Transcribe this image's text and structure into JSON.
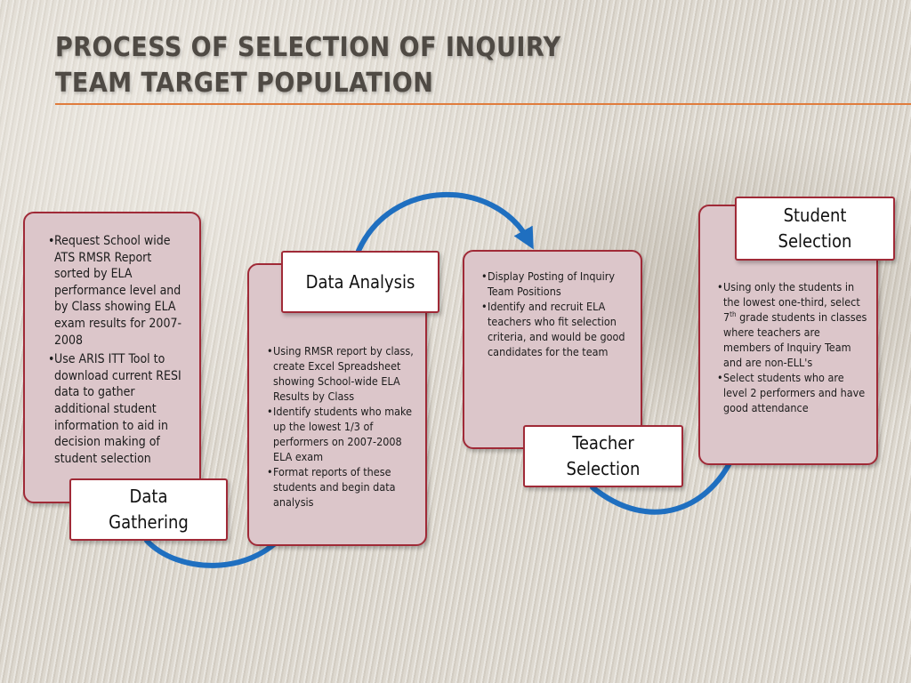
{
  "slide": {
    "title_line1": "PROCESS OF SELECTION OF INQUIRY",
    "title_line2": "TEAM TARGET POPULATION"
  },
  "steps": [
    {
      "label": "Data Gathering",
      "bullets": [
        "Request School wide ATS RMSR Report sorted by ELA performance level and by Class showing ELA exam results for 2007-2008",
        "Use ARIS ITT Tool to download current RESI data to gather additional student information to aid in decision making of student selection"
      ]
    },
    {
      "label": "Data Analysis",
      "bullets": [
        "Using RMSR report by class, create Excel Spreadsheet showing School-wide ELA Results by Class",
        "Identify students who make up the lowest 1/3 of performers on 2007-2008 ELA exam",
        " Format reports of these students and begin data analysis"
      ]
    },
    {
      "label": "Teacher Selection",
      "bullets": [
        "Display Posting of Inquiry Team Positions",
        "Identify and recruit ELA teachers who fit selection criteria,  and would be good candidates for the team"
      ]
    },
    {
      "label": "Student Selection",
      "bullet1_before": "Using only the students in the lowest one-third, select  7",
      "bullet1_sup": "th",
      "bullet1_after": " grade students in classes where teachers are members of Inquiry Team and  are non-ELL's",
      "bullet2": "Select students who are level 2 performers and have good attendance"
    }
  ],
  "colors": {
    "title": "#4f4a44",
    "rule": "#e07c3c",
    "card_fill": "#dcc6ca",
    "card_border": "#a02a37",
    "arrow": "#1f6fc0"
  }
}
